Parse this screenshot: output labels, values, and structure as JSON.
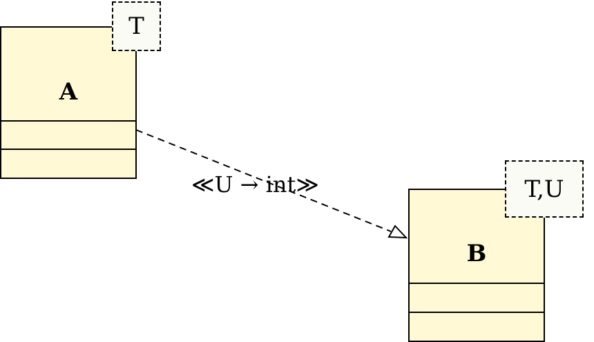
{
  "classes": {
    "a": {
      "name": "A",
      "template_params": "T"
    },
    "b": {
      "name": "B",
      "template_params": "T,U"
    }
  },
  "binding": {
    "kind": "template-binding",
    "stereotype": "≪U → int≫"
  },
  "colors": {
    "class_fill": "#fffad5",
    "template_fill": "#fbfbf5",
    "stroke": "#000000"
  }
}
